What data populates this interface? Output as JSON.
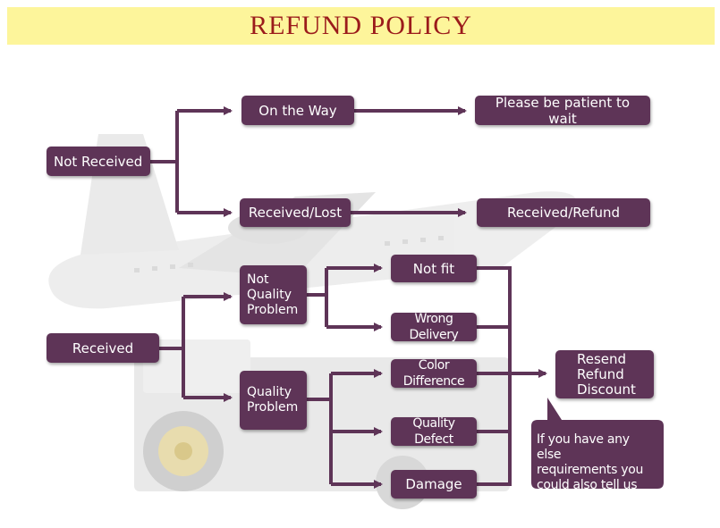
{
  "title": "REFUND POLICY",
  "colors": {
    "node": "#5e3457",
    "title_bar": "#fdf59b",
    "title_text": "#9b1b1b",
    "connector": "#5e3457"
  },
  "nodes": {
    "not_received": "Not Received",
    "on_the_way": "On the Way",
    "patient": "Please be patient to wait",
    "received_lost": "Received/Lost",
    "received_refund": "Received/Refund",
    "received": "Received",
    "not_quality_problem": "Not\nQuality\nProblem",
    "quality_problem": "Quality\nProblem",
    "not_fit": "Not fit",
    "wrong_delivery": "Wrong Delivery",
    "color_difference": "Color Difference",
    "quality_defect": "Quality Defect",
    "damage": "Damage",
    "outcome": "Resend\nRefund\nDiscount",
    "callout": "If you have any else\nrequirements you\ncould also tell us"
  }
}
